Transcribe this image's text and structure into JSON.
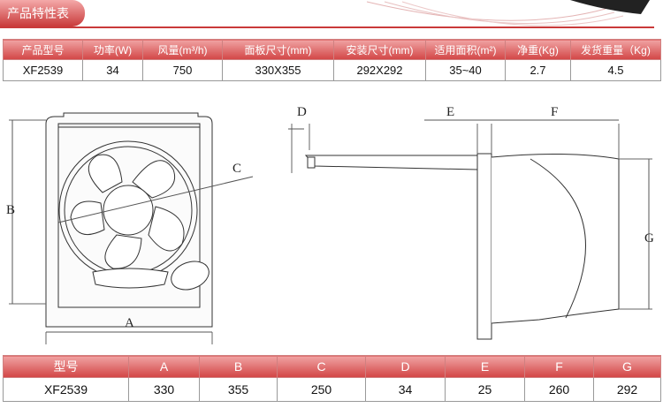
{
  "header": {
    "title": "产品特性表"
  },
  "spec_table": {
    "headers": [
      "产品型号",
      "功率(W)",
      "风量(m³/h)",
      "面板尺寸(mm)",
      "安装尺寸(mm)",
      "适用面积(m²)",
      "净重(Kg)",
      "发货重量（Kg)"
    ],
    "row": [
      "XF2539",
      "34",
      "750",
      "330X355",
      "292X292",
      "35~40",
      "2.7",
      "4.5"
    ]
  },
  "diagram_labels": {
    "a": "A",
    "b": "B",
    "c": "C",
    "d": "D",
    "e": "E",
    "f": "F",
    "g": "G"
  },
  "dimension_table": {
    "headers": [
      "型号",
      "A",
      "B",
      "C",
      "D",
      "E",
      "F",
      "G"
    ],
    "row": [
      "XF2539",
      "330",
      "355",
      "250",
      "34",
      "25",
      "260",
      "292"
    ]
  },
  "colors": {
    "accent": "#c93a3a",
    "header_light": "#f0a3a3"
  }
}
